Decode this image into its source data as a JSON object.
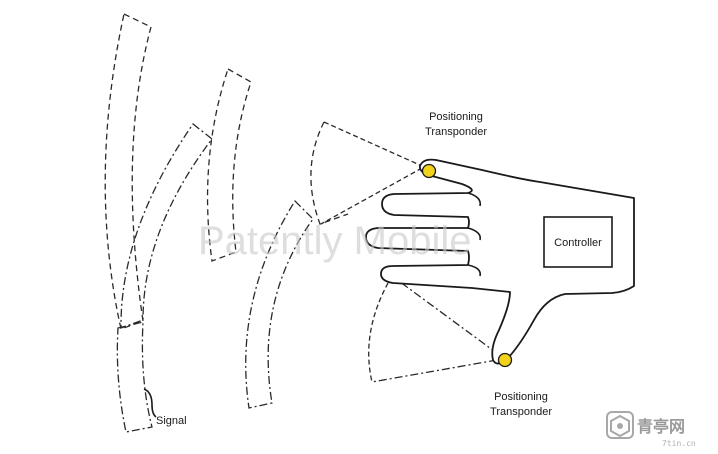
{
  "labels": {
    "transponder_top_line1": "Positioning",
    "transponder_top_line2": "Transponder",
    "transponder_bottom_line1": "Positioning",
    "transponder_bottom_line2": "Transponder",
    "controller": "Controller",
    "signal": "Signal"
  },
  "watermark": "Patently Mobile",
  "logo": {
    "name": "青亭网",
    "url": "7tin.cn"
  },
  "colors": {
    "transponder_fill": "#f2d21b",
    "line": "#1a1a1a",
    "watermark": "#c8c8c8"
  }
}
